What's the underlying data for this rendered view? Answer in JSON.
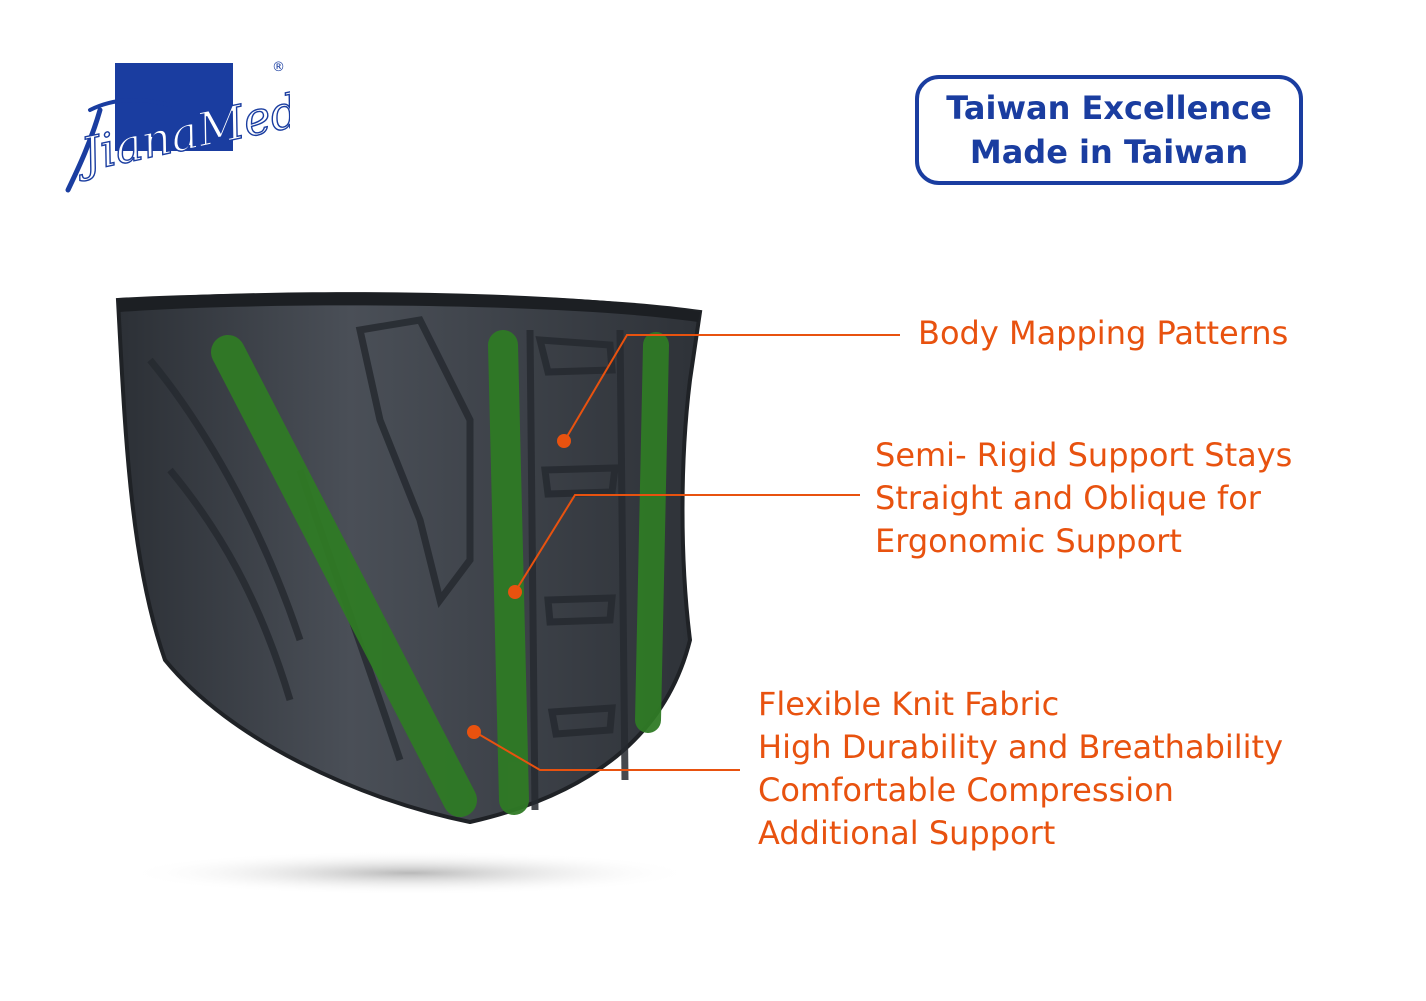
{
  "brand": {
    "logo_text": "JianaMed",
    "registered_mark": "®",
    "blue": "#1a3da0"
  },
  "badge": {
    "line1": "Taiwan Excellence",
    "line2": "Made in Taiwan",
    "color": "#1a3da0"
  },
  "callouts": [
    {
      "lines": [
        "Body Mapping Patterns"
      ]
    },
    {
      "lines": [
        "Semi- Rigid Support Stays",
        "Straight and Oblique for",
        "Ergonomic Support"
      ]
    },
    {
      "lines": [
        "Flexible Knit Fabric",
        "High Durability and Breathability",
        "Comfortable Compression",
        "Additional Support"
      ]
    }
  ],
  "colors": {
    "callout_orange": "#e8520f",
    "fabric_gray": "#3b3f46",
    "stay_green": "#2f7a25"
  },
  "icons": [
    "brand-logo-icon",
    "back-brace-product-image",
    "callout-dot-icon"
  ]
}
